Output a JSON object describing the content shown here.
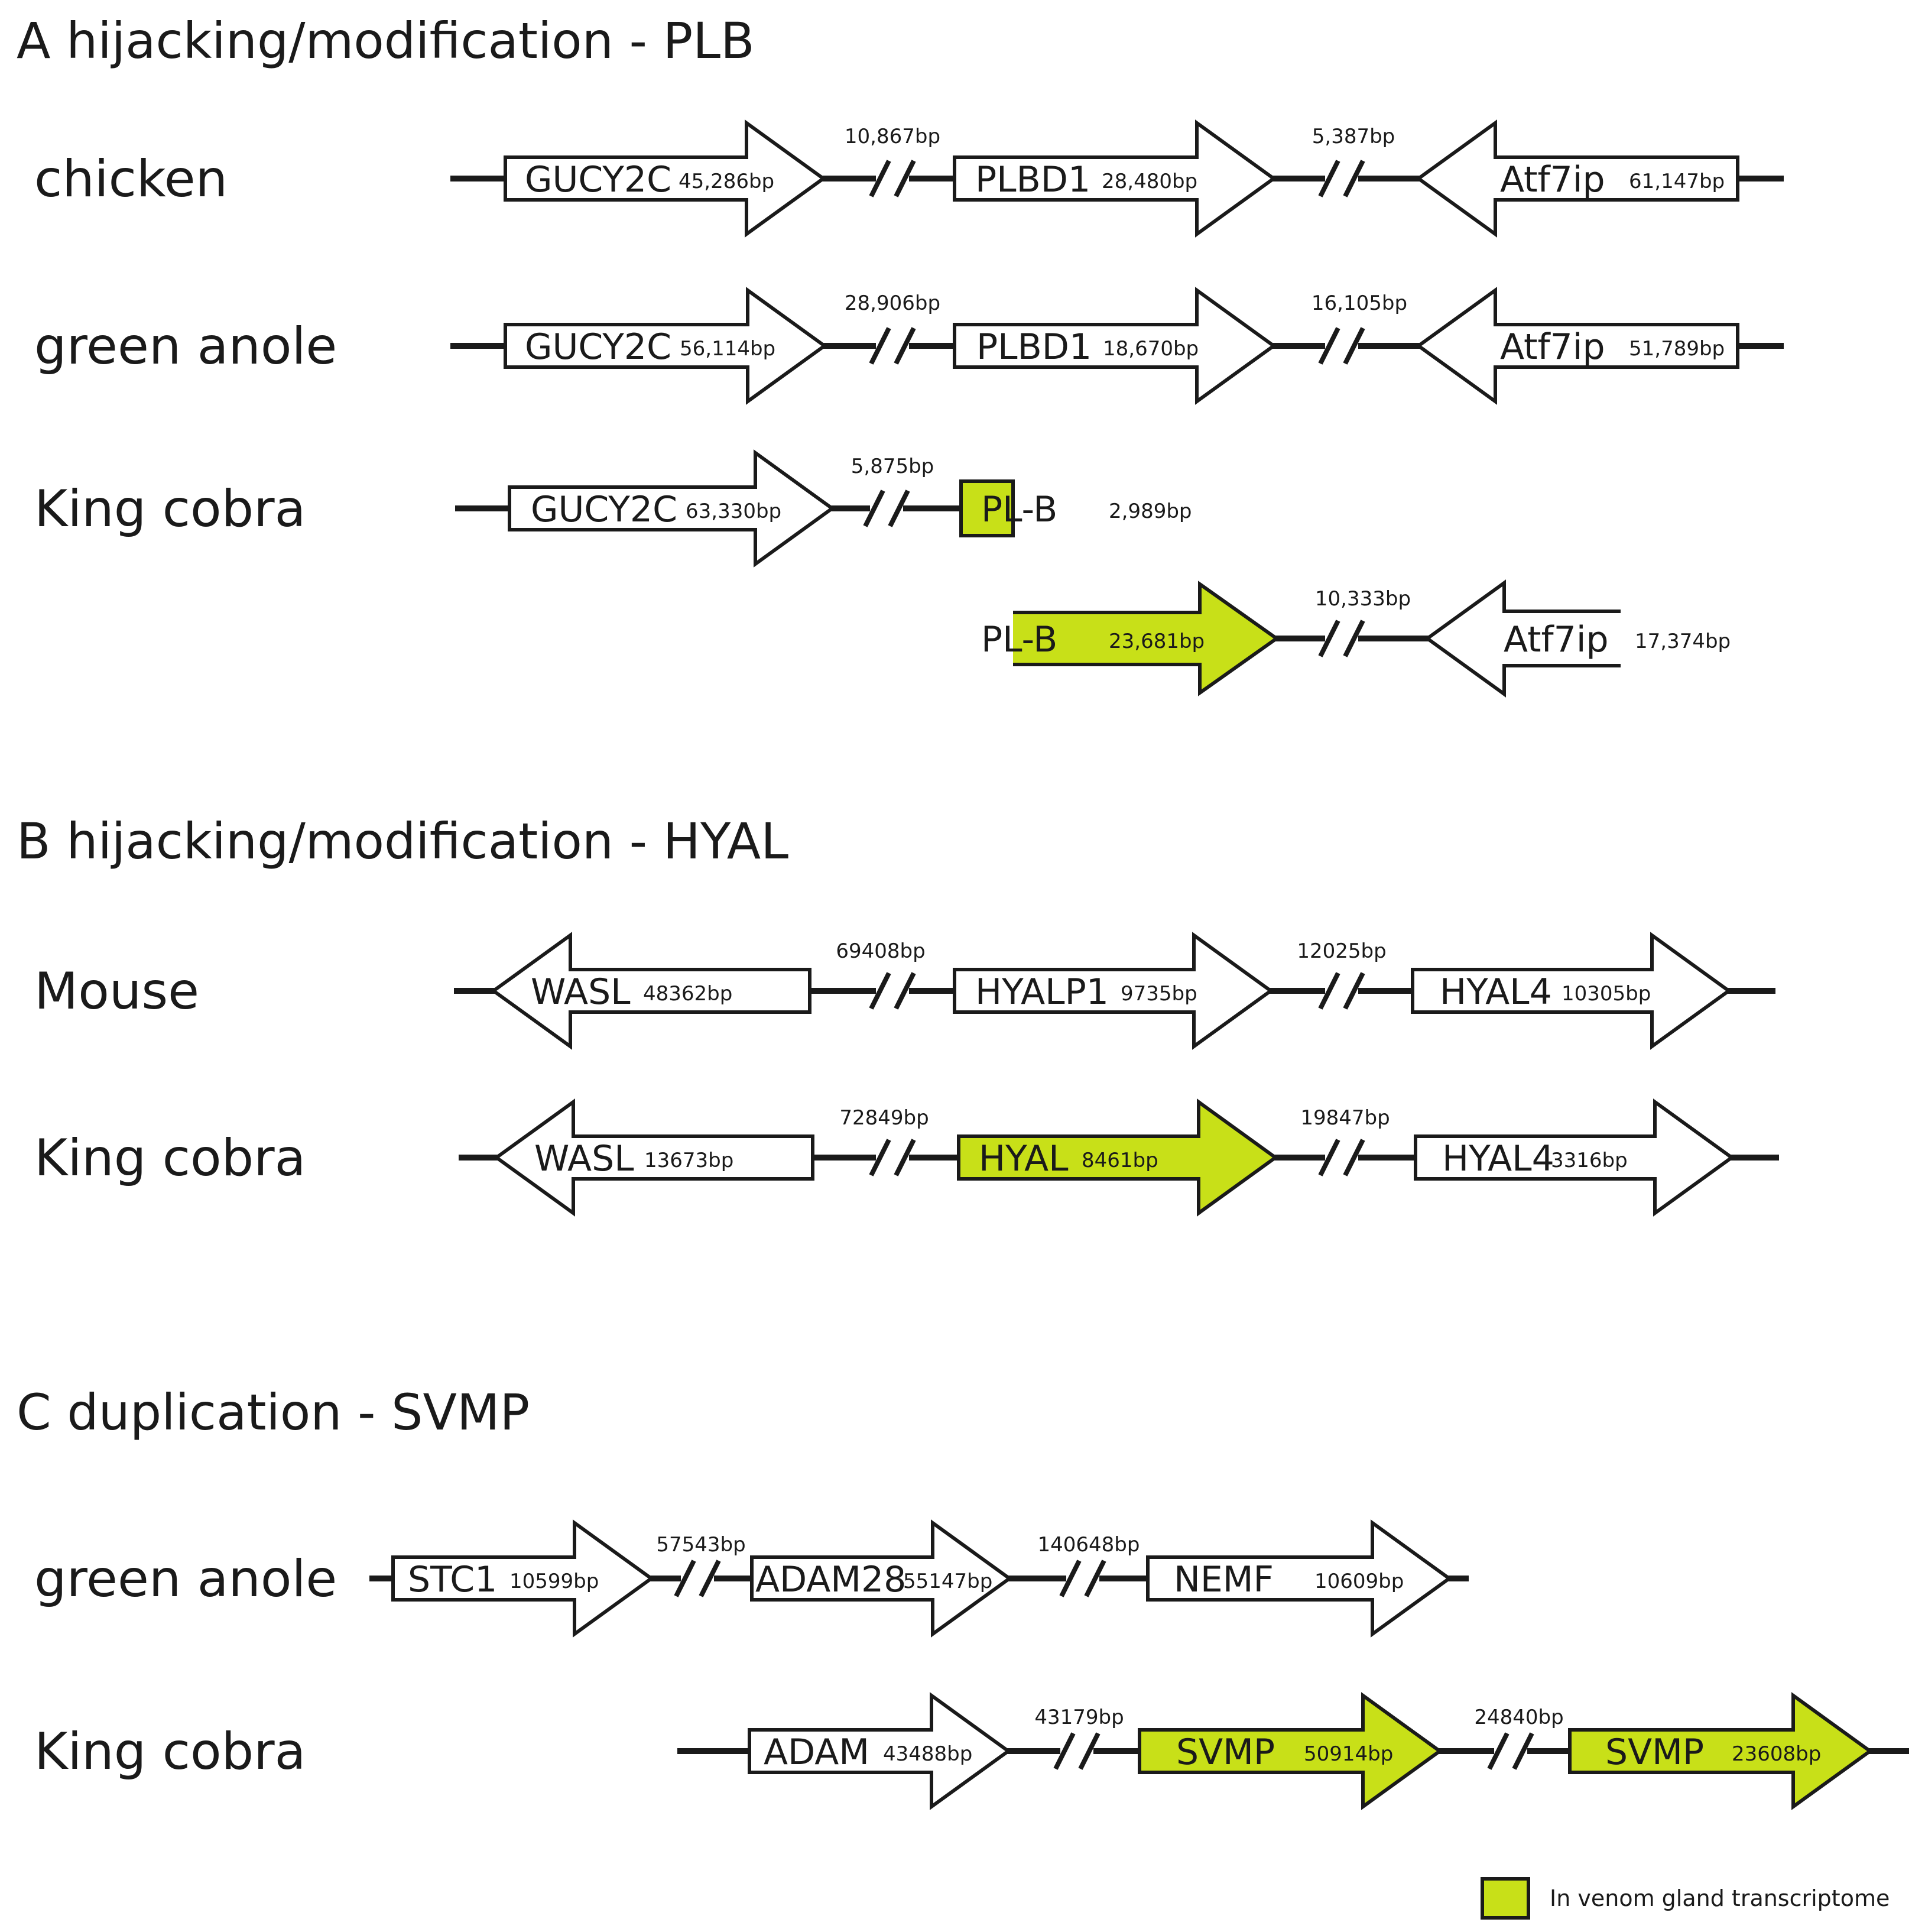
{
  "colors": {
    "venom": "#c8e018",
    "plain": "#ffffff",
    "stroke": "#1a1a1a"
  },
  "panels": {
    "A": {
      "title": "A hijacking/modification - PLB",
      "chicken": {
        "species": "chicken",
        "genes": [
          {
            "name": "GUCY2C",
            "size": "45,286bp",
            "venom": false
          },
          {
            "name": "PLBD1",
            "size": "28,480bp",
            "venom": false
          },
          {
            "name": "Atf7ip",
            "size": "61,147bp",
            "venom": false
          }
        ],
        "gaps": [
          "10,867bp",
          "5,387bp"
        ]
      },
      "anole": {
        "species": "green anole",
        "genes": [
          {
            "name": "GUCY2C",
            "size": "56,114bp",
            "venom": false
          },
          {
            "name": "PLBD1",
            "size": "18,670bp",
            "venom": false
          },
          {
            "name": "Atf7ip",
            "size": "51,789bp",
            "venom": false
          }
        ],
        "gaps": [
          "28,906bp",
          "16,105bp"
        ]
      },
      "cobra": {
        "species": "King cobra",
        "genes": [
          {
            "name": "GUCY2C",
            "size": "63,330bp",
            "venom": false
          },
          {
            "name": "PL-B",
            "size": "2,989bp",
            "venom": true
          },
          {
            "name": "PL-B",
            "size": "23,681bp",
            "venom": true
          },
          {
            "name": "Atf7ip",
            "size": "17,374bp",
            "venom": false
          }
        ],
        "gaps": [
          "5,875bp",
          "10,333bp"
        ]
      }
    },
    "B": {
      "title": "B hijacking/modification - HYAL",
      "mouse": {
        "species": "Mouse",
        "genes": [
          {
            "name": "WASL",
            "size": "48362bp",
            "venom": false
          },
          {
            "name": "HYALP1",
            "size": "9735bp",
            "venom": false
          },
          {
            "name": "HYAL4",
            "size": "10305bp",
            "venom": false
          }
        ],
        "gaps": [
          "69408bp",
          "12025bp"
        ]
      },
      "cobra": {
        "species": "King cobra",
        "genes": [
          {
            "name": "WASL",
            "size": "13673bp",
            "venom": false
          },
          {
            "name": "HYAL",
            "size": "8461bp",
            "venom": true
          },
          {
            "name": "HYAL4",
            "size": "3316bp",
            "venom": false
          }
        ],
        "gaps": [
          "72849bp",
          "19847bp"
        ]
      }
    },
    "C": {
      "title": "C duplication - SVMP",
      "anole": {
        "species": "green anole",
        "genes": [
          {
            "name": "STC1",
            "size": "10599bp",
            "venom": false
          },
          {
            "name": "ADAM28",
            "size": "55147bp",
            "venom": false
          },
          {
            "name": "NEMF",
            "size": "10609bp",
            "venom": false
          }
        ],
        "gaps": [
          "57543bp",
          "140648bp"
        ]
      },
      "cobra": {
        "species": "King cobra",
        "genes": [
          {
            "name": "ADAM",
            "size": "43488bp",
            "venom": false
          },
          {
            "name": "SVMP",
            "size": "50914bp",
            "venom": true
          },
          {
            "name": "SVMP",
            "size": "23608bp",
            "venom": true
          }
        ],
        "gaps": [
          "43179bp",
          "24840bp"
        ]
      }
    }
  },
  "legend": {
    "label": "In venom gland transcriptome"
  }
}
